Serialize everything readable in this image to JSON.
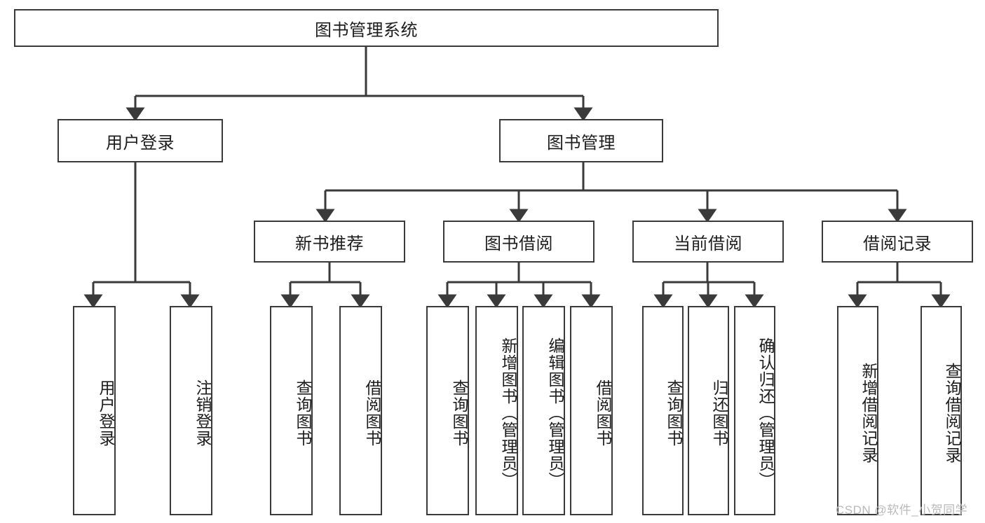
{
  "diagram": {
    "title": "图书管理系统",
    "type": "tree-hierarchy-diagram",
    "root": {
      "label": "图书管理系统"
    },
    "level2": [
      {
        "label": "用户登录"
      },
      {
        "label": "图书管理"
      }
    ],
    "level3": [
      {
        "label": "新书推荐"
      },
      {
        "label": "图书借阅"
      },
      {
        "label": "当前借阅"
      },
      {
        "label": "借阅记录"
      }
    ],
    "leaves": {
      "user_login": [
        {
          "label": "用户登录"
        },
        {
          "label": "注销登录"
        }
      ],
      "new_book_recommend": [
        {
          "label": "查询图书"
        },
        {
          "label": "借阅图书"
        }
      ],
      "book_borrow": [
        {
          "label": "查询图书"
        },
        {
          "label": "新增图书（管理员）"
        },
        {
          "label": "编辑图书（管理员）"
        },
        {
          "label": "借阅图书"
        }
      ],
      "current_borrow": [
        {
          "label": "查询图书"
        },
        {
          "label": "归还图书"
        },
        {
          "label": "确认归还（管理员）"
        }
      ],
      "borrow_record": [
        {
          "label": "新增借阅记录"
        },
        {
          "label": "查询借阅记录"
        }
      ]
    }
  },
  "watermark": {
    "text": "CSDN @软件_小贺同学"
  },
  "colors": {
    "stroke": "#3a3a3a",
    "background": "#ffffff",
    "text": "#1d1d1d",
    "watermark": "#b9b9b9"
  }
}
